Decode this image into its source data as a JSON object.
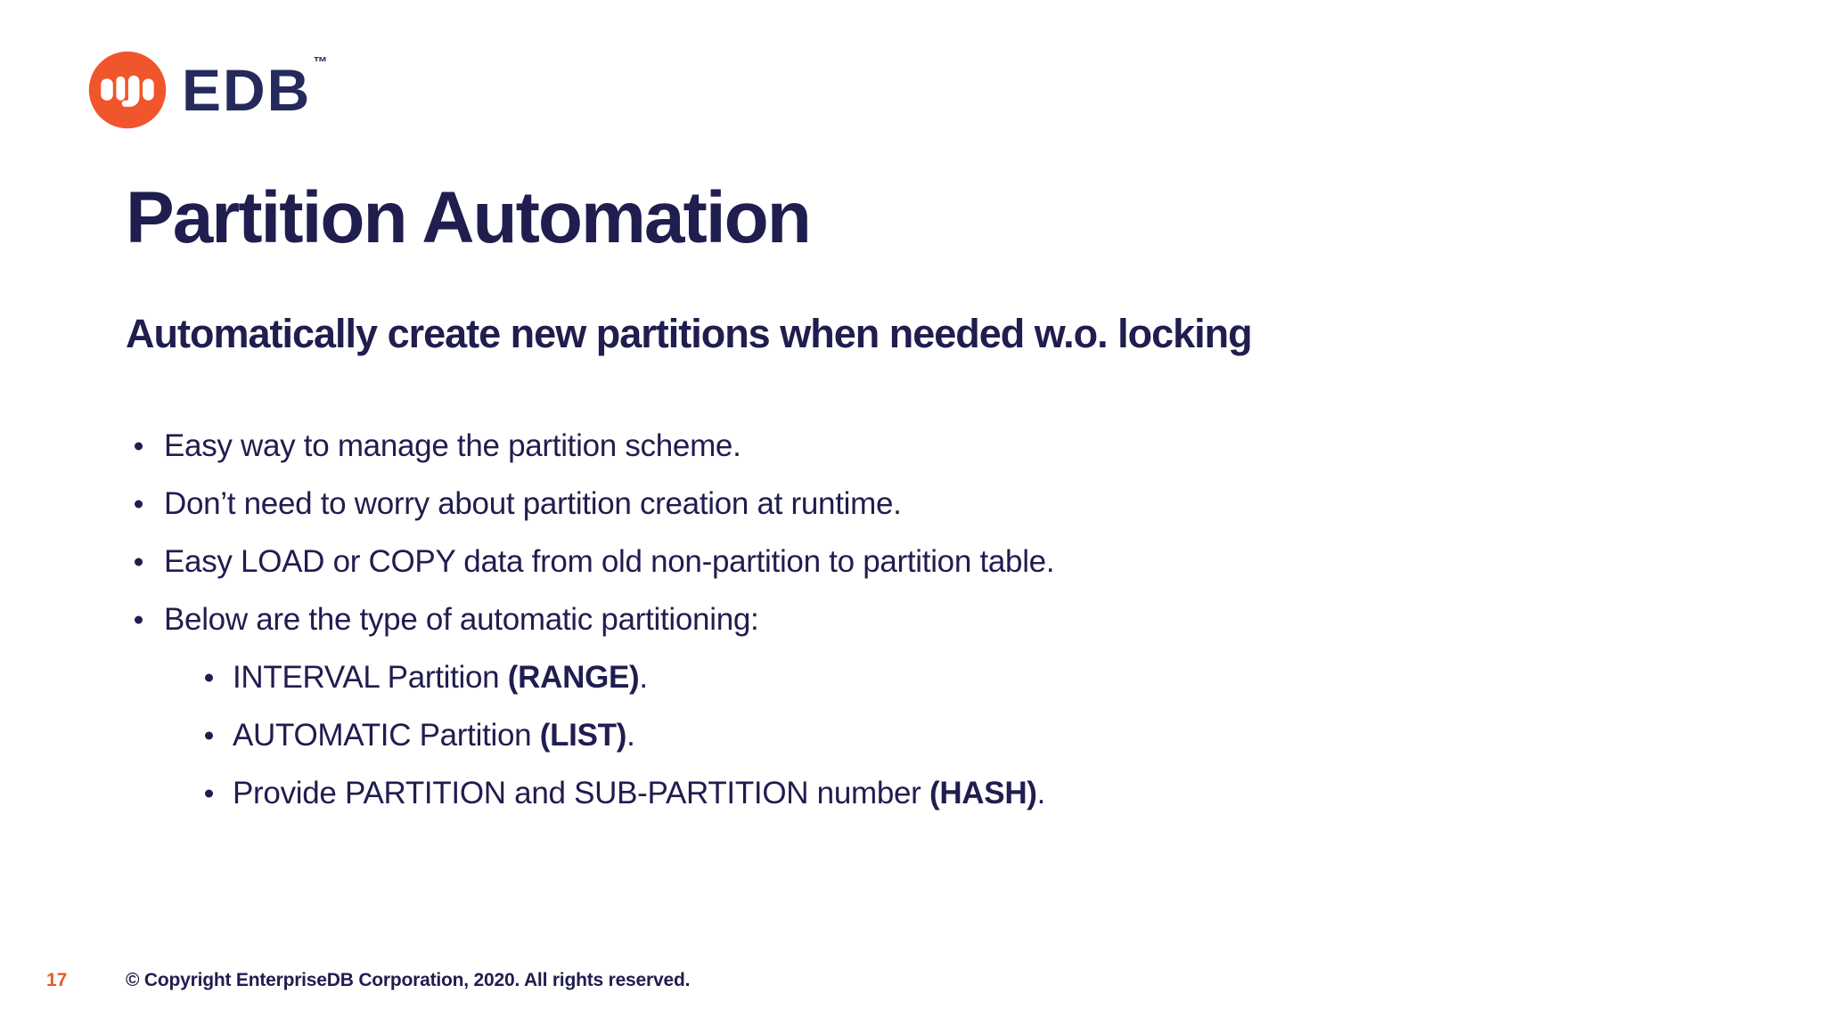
{
  "logo": {
    "brand": "EDB",
    "trademark": "™"
  },
  "title": "Partition Automation",
  "subtitle": "Automatically create new partitions when needed w.o. locking",
  "bullets": [
    {
      "level": 1,
      "pre": "Easy way to manage the partition scheme.",
      "bold": "",
      "post": ""
    },
    {
      "level": 1,
      "pre": "Don’t need to worry about partition creation at runtime.",
      "bold": "",
      "post": ""
    },
    {
      "level": 1,
      "pre": "Easy LOAD or COPY data from old non-partition to partition table.",
      "bold": "",
      "post": ""
    },
    {
      "level": 1,
      "pre": "Below are the type of automatic partitioning:",
      "bold": "",
      "post": ""
    },
    {
      "level": 2,
      "pre": "INTERVAL Partition ",
      "bold": "(RANGE)",
      "post": "."
    },
    {
      "level": 2,
      "pre": "AUTOMATIC Partition ",
      "bold": "(LIST)",
      "post": "."
    },
    {
      "level": 2,
      "pre": "Provide PARTITION and SUB-PARTITION number ",
      "bold": "(HASH)",
      "post": "."
    }
  ],
  "footer": {
    "page_number": "17",
    "copyright": "© Copyright EnterpriseDB Corporation, 2020. All rights reserved."
  },
  "colors": {
    "navy_text": "#201d4f",
    "logo_navy": "#252a5c",
    "logo_orange": "#f1552b",
    "accent_orange": "#e85c25",
    "background": "#ffffff"
  }
}
